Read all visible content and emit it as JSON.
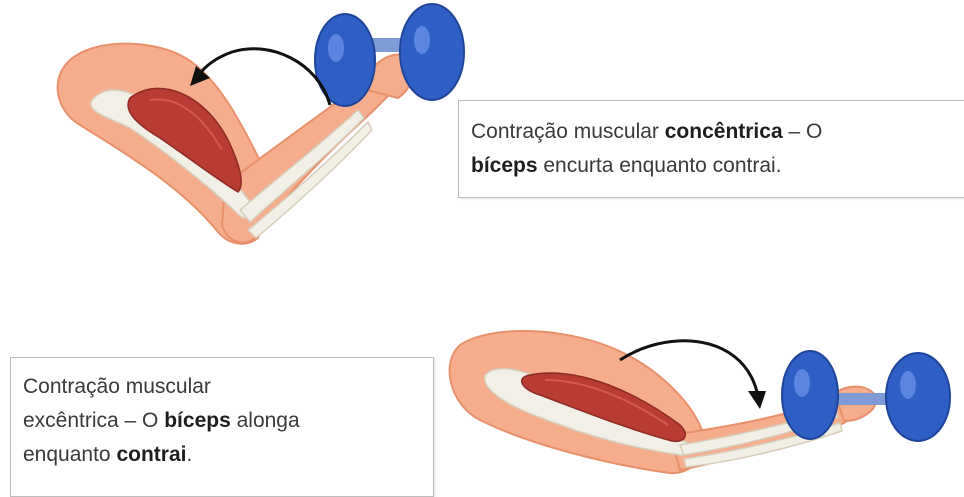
{
  "concentric": {
    "pre": "Contração muscular ",
    "bold": "concêntrica",
    "mid": " – O",
    "bold2": "bíceps",
    "post": " encurta enquanto contrai."
  },
  "eccentric": {
    "line1": "Contração muscular",
    "pre": "excêntrica – O ",
    "bold": "bíceps",
    "post": " alonga",
    "line3_pre": "enquanto ",
    "line3_bold": "contrai",
    "line3_post": "."
  },
  "colors": {
    "skin": "#f6ad8d",
    "skin_dark": "#e8906c",
    "muscle": "#b83c34",
    "bone": "#f2efe6",
    "dumbbell": "#2f5fc4",
    "arrow": "#111111"
  },
  "icons": [
    "arm-flexed-icon",
    "arm-extended-icon",
    "dumbbell-icon",
    "curved-arrow-icon"
  ]
}
